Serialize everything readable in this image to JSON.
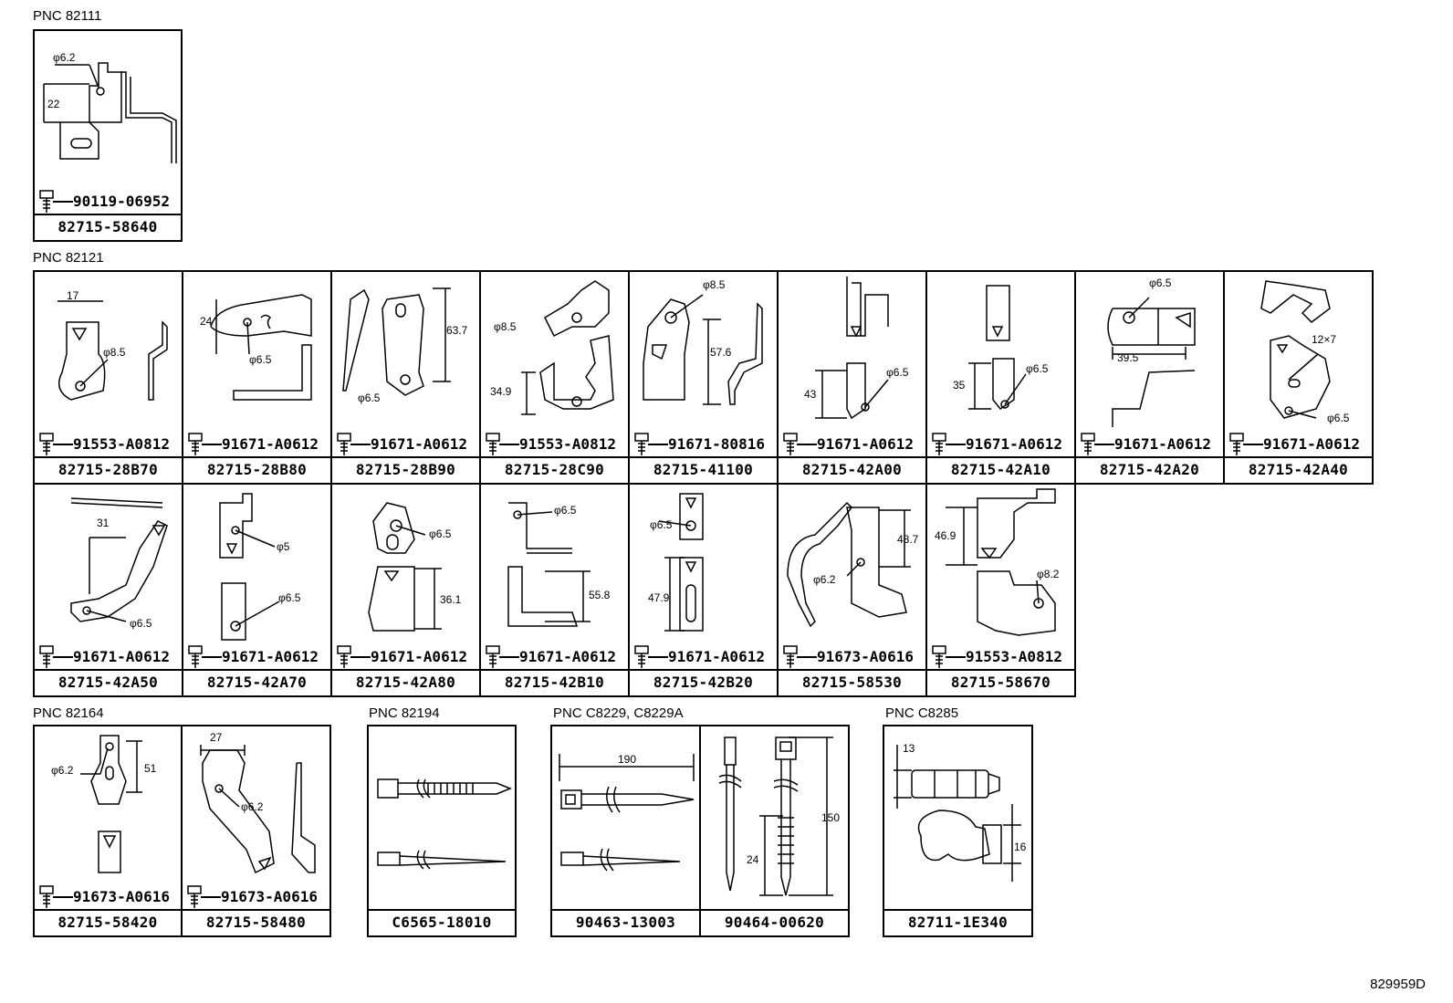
{
  "groups": [
    {
      "pnc": "PNC 82111",
      "cells": [
        {
          "part": "82715-58640",
          "bolt": "90119-06952",
          "dims": [
            "φ6.2",
            "22"
          ]
        }
      ]
    },
    {
      "pnc": "PNC 82121",
      "cells": [
        {
          "part": "82715-28B70",
          "bolt": "91553-A0812",
          "dims": [
            "17",
            "φ8.5"
          ]
        },
        {
          "part": "82715-28B80",
          "bolt": "91671-A0612",
          "dims": [
            "24",
            "φ6.5"
          ]
        },
        {
          "part": "82715-28B90",
          "bolt": "91671-A0612",
          "dims": [
            "63.7",
            "φ6.5"
          ]
        },
        {
          "part": "82715-28C90",
          "bolt": "91553-A0812",
          "dims": [
            "φ8.5",
            "34.9"
          ]
        },
        {
          "part": "82715-41100",
          "bolt": "91671-80816",
          "dims": [
            "φ8.5",
            "57.6"
          ]
        },
        {
          "part": "82715-42A00",
          "bolt": "91671-A0612",
          "dims": [
            "43",
            "φ6.5"
          ]
        },
        {
          "part": "82715-42A10",
          "bolt": "91671-A0612",
          "dims": [
            "35",
            "φ6.5"
          ]
        },
        {
          "part": "82715-42A20",
          "bolt": "91671-A0612",
          "dims": [
            "φ6.5",
            "39.5"
          ]
        },
        {
          "part": "82715-42A40",
          "bolt": "91671-A0612",
          "dims": [
            "12×7",
            "φ6.5"
          ]
        },
        {
          "part": "82715-42A50",
          "bolt": "91671-A0612",
          "dims": [
            "31",
            "φ6.5"
          ]
        },
        {
          "part": "82715-42A70",
          "bolt": "91671-A0612",
          "dims": [
            "φ5",
            "φ6.5"
          ]
        },
        {
          "part": "82715-42A80",
          "bolt": "91671-A0612",
          "dims": [
            "φ6.5",
            "36.1"
          ]
        },
        {
          "part": "82715-42B10",
          "bolt": "91671-A0612",
          "dims": [
            "φ6.5",
            "55.8"
          ]
        },
        {
          "part": "82715-42B20",
          "bolt": "91671-A0612",
          "dims": [
            "φ6.5",
            "47.9"
          ]
        },
        {
          "part": "82715-58530",
          "bolt": "91673-A0616",
          "dims": [
            "48.7",
            "φ6.2"
          ]
        },
        {
          "part": "82715-58670",
          "bolt": "91553-A0812",
          "dims": [
            "46.9",
            "φ8.2"
          ]
        }
      ]
    },
    {
      "pnc": "PNC 82164",
      "cells": [
        {
          "part": "82715-58420",
          "bolt": "91673-A0616",
          "dims": [
            "φ6.2",
            "51"
          ]
        },
        {
          "part": "82715-58480",
          "bolt": "91673-A0616",
          "dims": [
            "27",
            "φ6.2"
          ]
        }
      ]
    },
    {
      "pnc": "PNC 82194",
      "cells": [
        {
          "part": "C6565-18010"
        }
      ]
    },
    {
      "pnc": "PNC C8229, C8229A",
      "cells": [
        {
          "part": "90463-13003",
          "dims": [
            "190"
          ]
        },
        {
          "part": "90464-00620",
          "dims": [
            "150",
            "24"
          ]
        }
      ]
    },
    {
      "pnc": "PNC C8285",
      "cells": [
        {
          "part": "82711-1E340",
          "dims": [
            "13",
            "16"
          ]
        }
      ]
    }
  ],
  "footer": "829959D",
  "colors": {
    "line": "#000000",
    "background": "#ffffff"
  }
}
